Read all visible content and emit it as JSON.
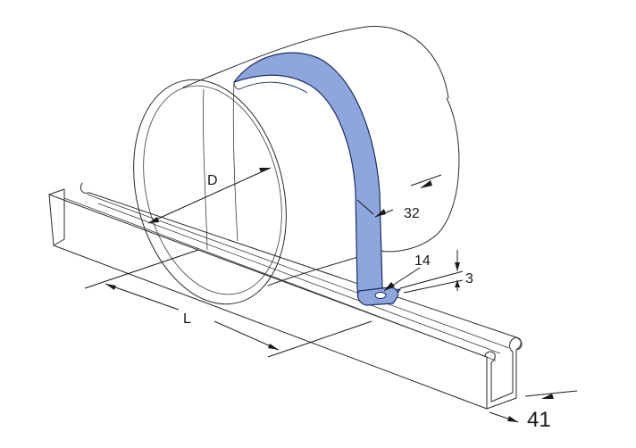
{
  "diagram": {
    "labels": {
      "diameter": "D",
      "length": "L",
      "strap_width": "32",
      "hole": "14",
      "thickness": "3",
      "channel_width": "41"
    },
    "colors": {
      "strap_fill": "#8ea6dc",
      "strap_stroke": "#1c2f63",
      "channel_fill": "#ffffff",
      "line": "#2a2a2a"
    }
  }
}
